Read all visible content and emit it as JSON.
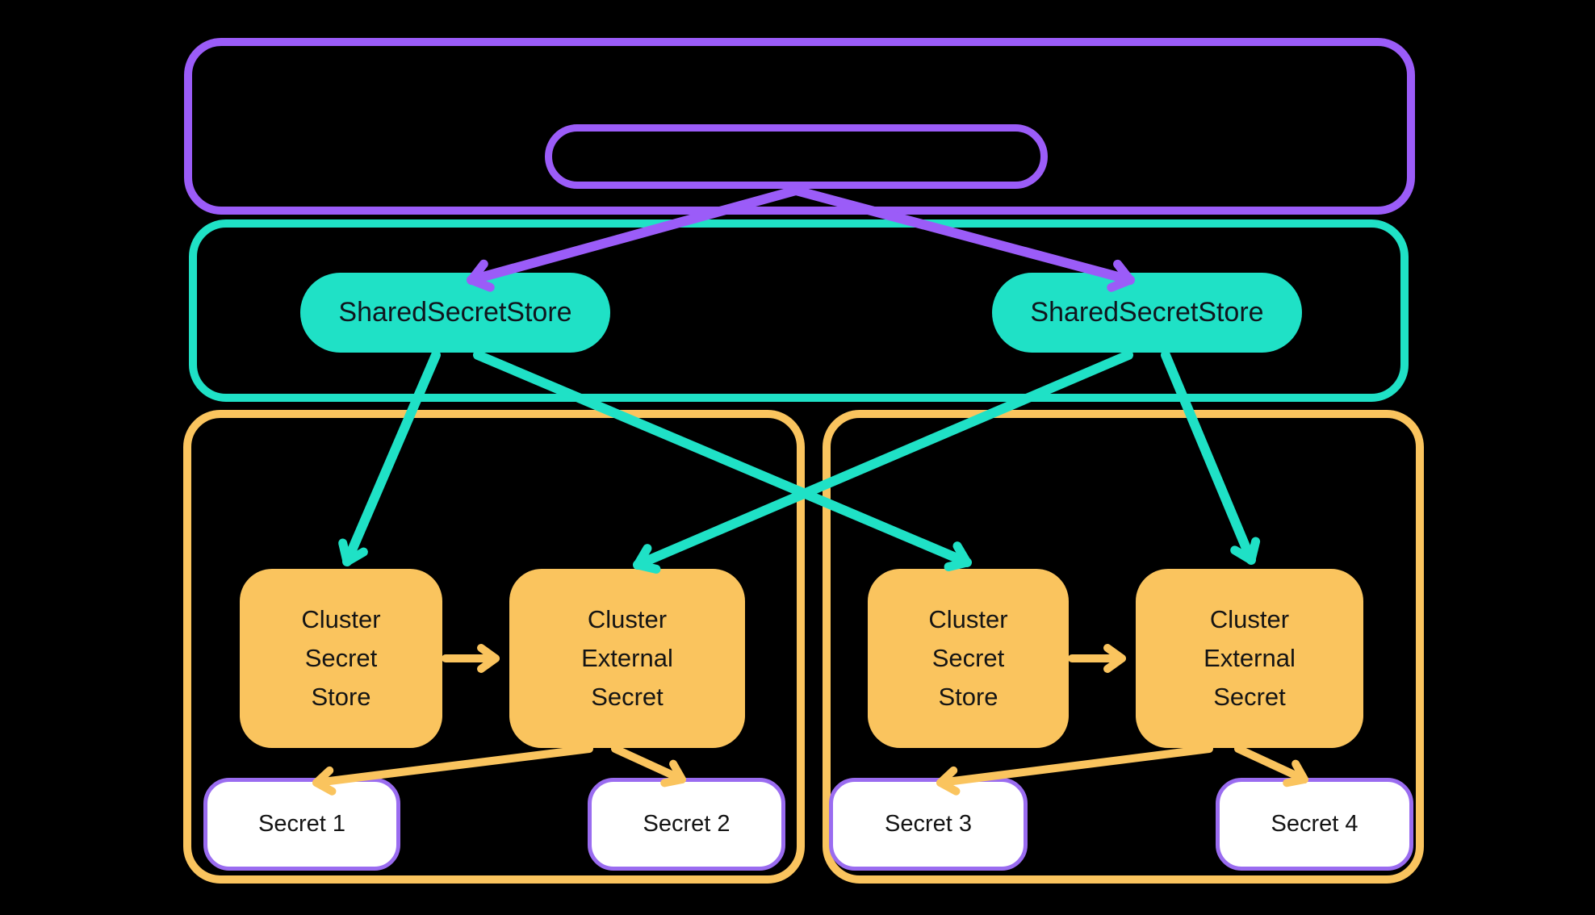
{
  "colors": {
    "purple": "#9b5cf8",
    "teal": "#1fe1c6",
    "yellow": "#fac45e",
    "secret_border": "#9a6cf0",
    "text_dark": "#141414",
    "background": "#000000"
  },
  "shared_stores": {
    "left": {
      "label": "SharedSecretStore"
    },
    "right": {
      "label": "SharedSecretStore"
    }
  },
  "clusters": {
    "left": {
      "secret_store": {
        "label": "Cluster\nSecret\nStore"
      },
      "external_secret": {
        "label": "Cluster\nExternal\nSecret"
      },
      "secrets": [
        {
          "label": "Secret 1"
        },
        {
          "label": "Secret 2"
        }
      ]
    },
    "right": {
      "secret_store": {
        "label": "Cluster\nSecret\nStore"
      },
      "external_secret": {
        "label": "Cluster\nExternal\nSecret"
      },
      "secrets": [
        {
          "label": "Secret 3"
        },
        {
          "label": "Secret 4"
        }
      ]
    }
  }
}
